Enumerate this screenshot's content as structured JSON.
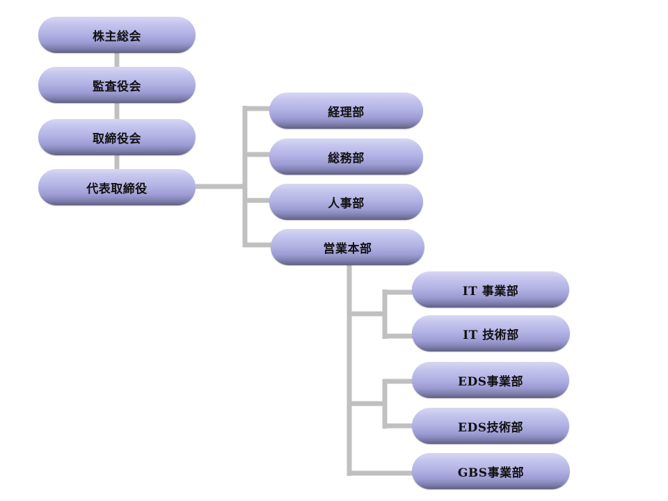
{
  "diagram": {
    "nodes": {
      "shareholders": "株主総会",
      "auditors": "監査役会",
      "board": "取締役会",
      "ceo": "代表取締役",
      "accounting": "経理部",
      "general_affairs": "総務部",
      "human_resources": "人事部",
      "sales_hq": "営業本部",
      "it_business": "IT 事業部",
      "it_technology": "IT 技術部",
      "eds_business": "EDS事業部",
      "eds_technology": "EDS技術部",
      "gbs_business": "GBS事業部"
    },
    "connector_color": "#c0c0c0",
    "node_color": "#b4b4e6"
  }
}
